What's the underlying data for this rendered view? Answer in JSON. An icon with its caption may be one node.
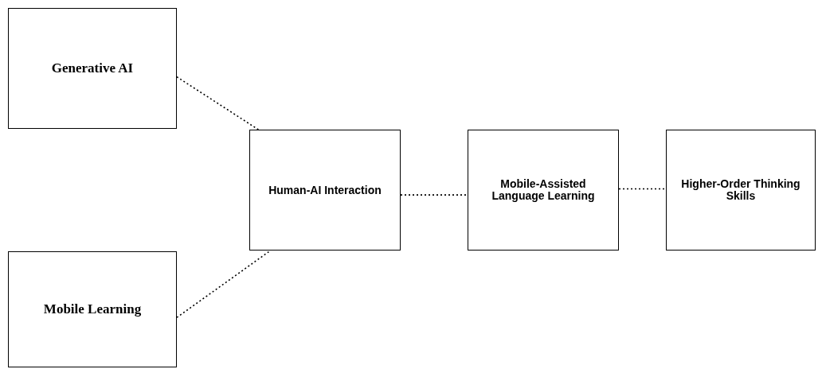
{
  "diagram": {
    "nodes": [
      {
        "text": [
          "Generative AI"
        ]
      },
      {
        "text": [
          "Mobile Learning"
        ]
      },
      {
        "text": [
          "Human-AI Interaction"
        ]
      },
      {
        "text": [
          "Mobile-Assisted Language Learning"
        ]
      },
      {
        "text": [
          "Higher-Order Thinking Skills"
        ]
      }
    ],
    "edges": [
      {
        "from": 0,
        "to": 2,
        "arrow": "none",
        "style": "dashed"
      },
      {
        "from": 1,
        "to": 2,
        "arrow": "none",
        "style": "dashed"
      },
      {
        "from": 2,
        "to": 3,
        "arrow": "none",
        "style": "dashed"
      },
      {
        "from": 3,
        "to": 4,
        "arrow": "none",
        "style": "dashed"
      }
    ]
  }
}
